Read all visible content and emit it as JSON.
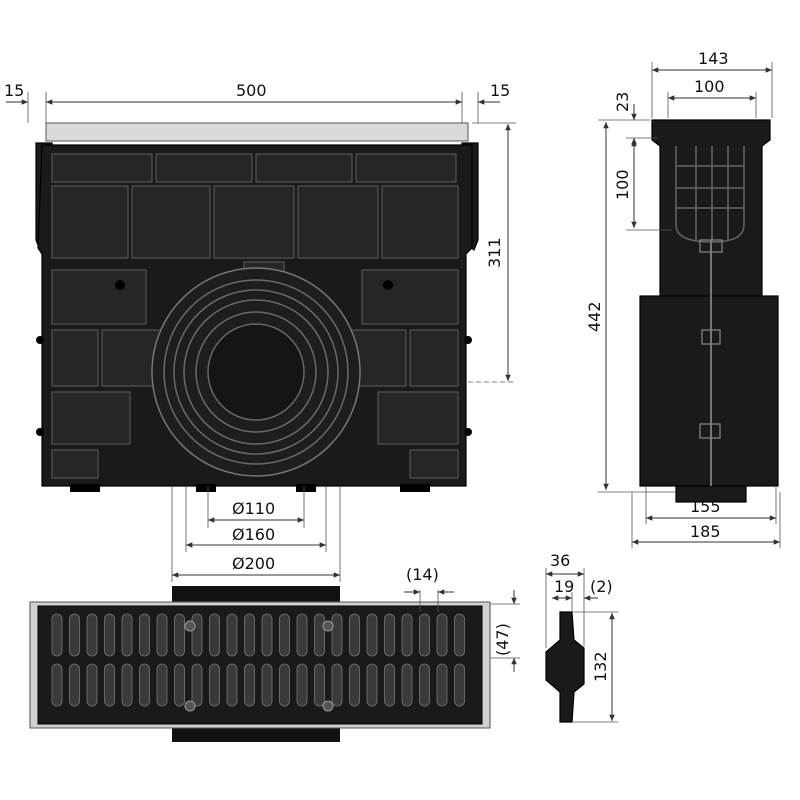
{
  "dimensions": {
    "front_left_margin": "15",
    "front_width": "500",
    "front_right_margin": "15",
    "front_height": "311",
    "outlet_d110": "Ø110",
    "outlet_d160": "Ø160",
    "outlet_d200": "Ø200",
    "side_top_width": "143",
    "side_inner_width": "100",
    "side_rim": "23",
    "side_inner_height": "100",
    "side_total_height": "442",
    "side_bottom_inner": "155",
    "side_bottom_outer": "185",
    "grate_slot": "(14)",
    "grate_height": "(47)",
    "profile_width": "36",
    "profile_inner": "19",
    "profile_gap": "(2)",
    "profile_height": "132"
  },
  "colors": {
    "body": "#1a1a1a",
    "frame": "#d9d9d9",
    "lines": "#333333"
  }
}
